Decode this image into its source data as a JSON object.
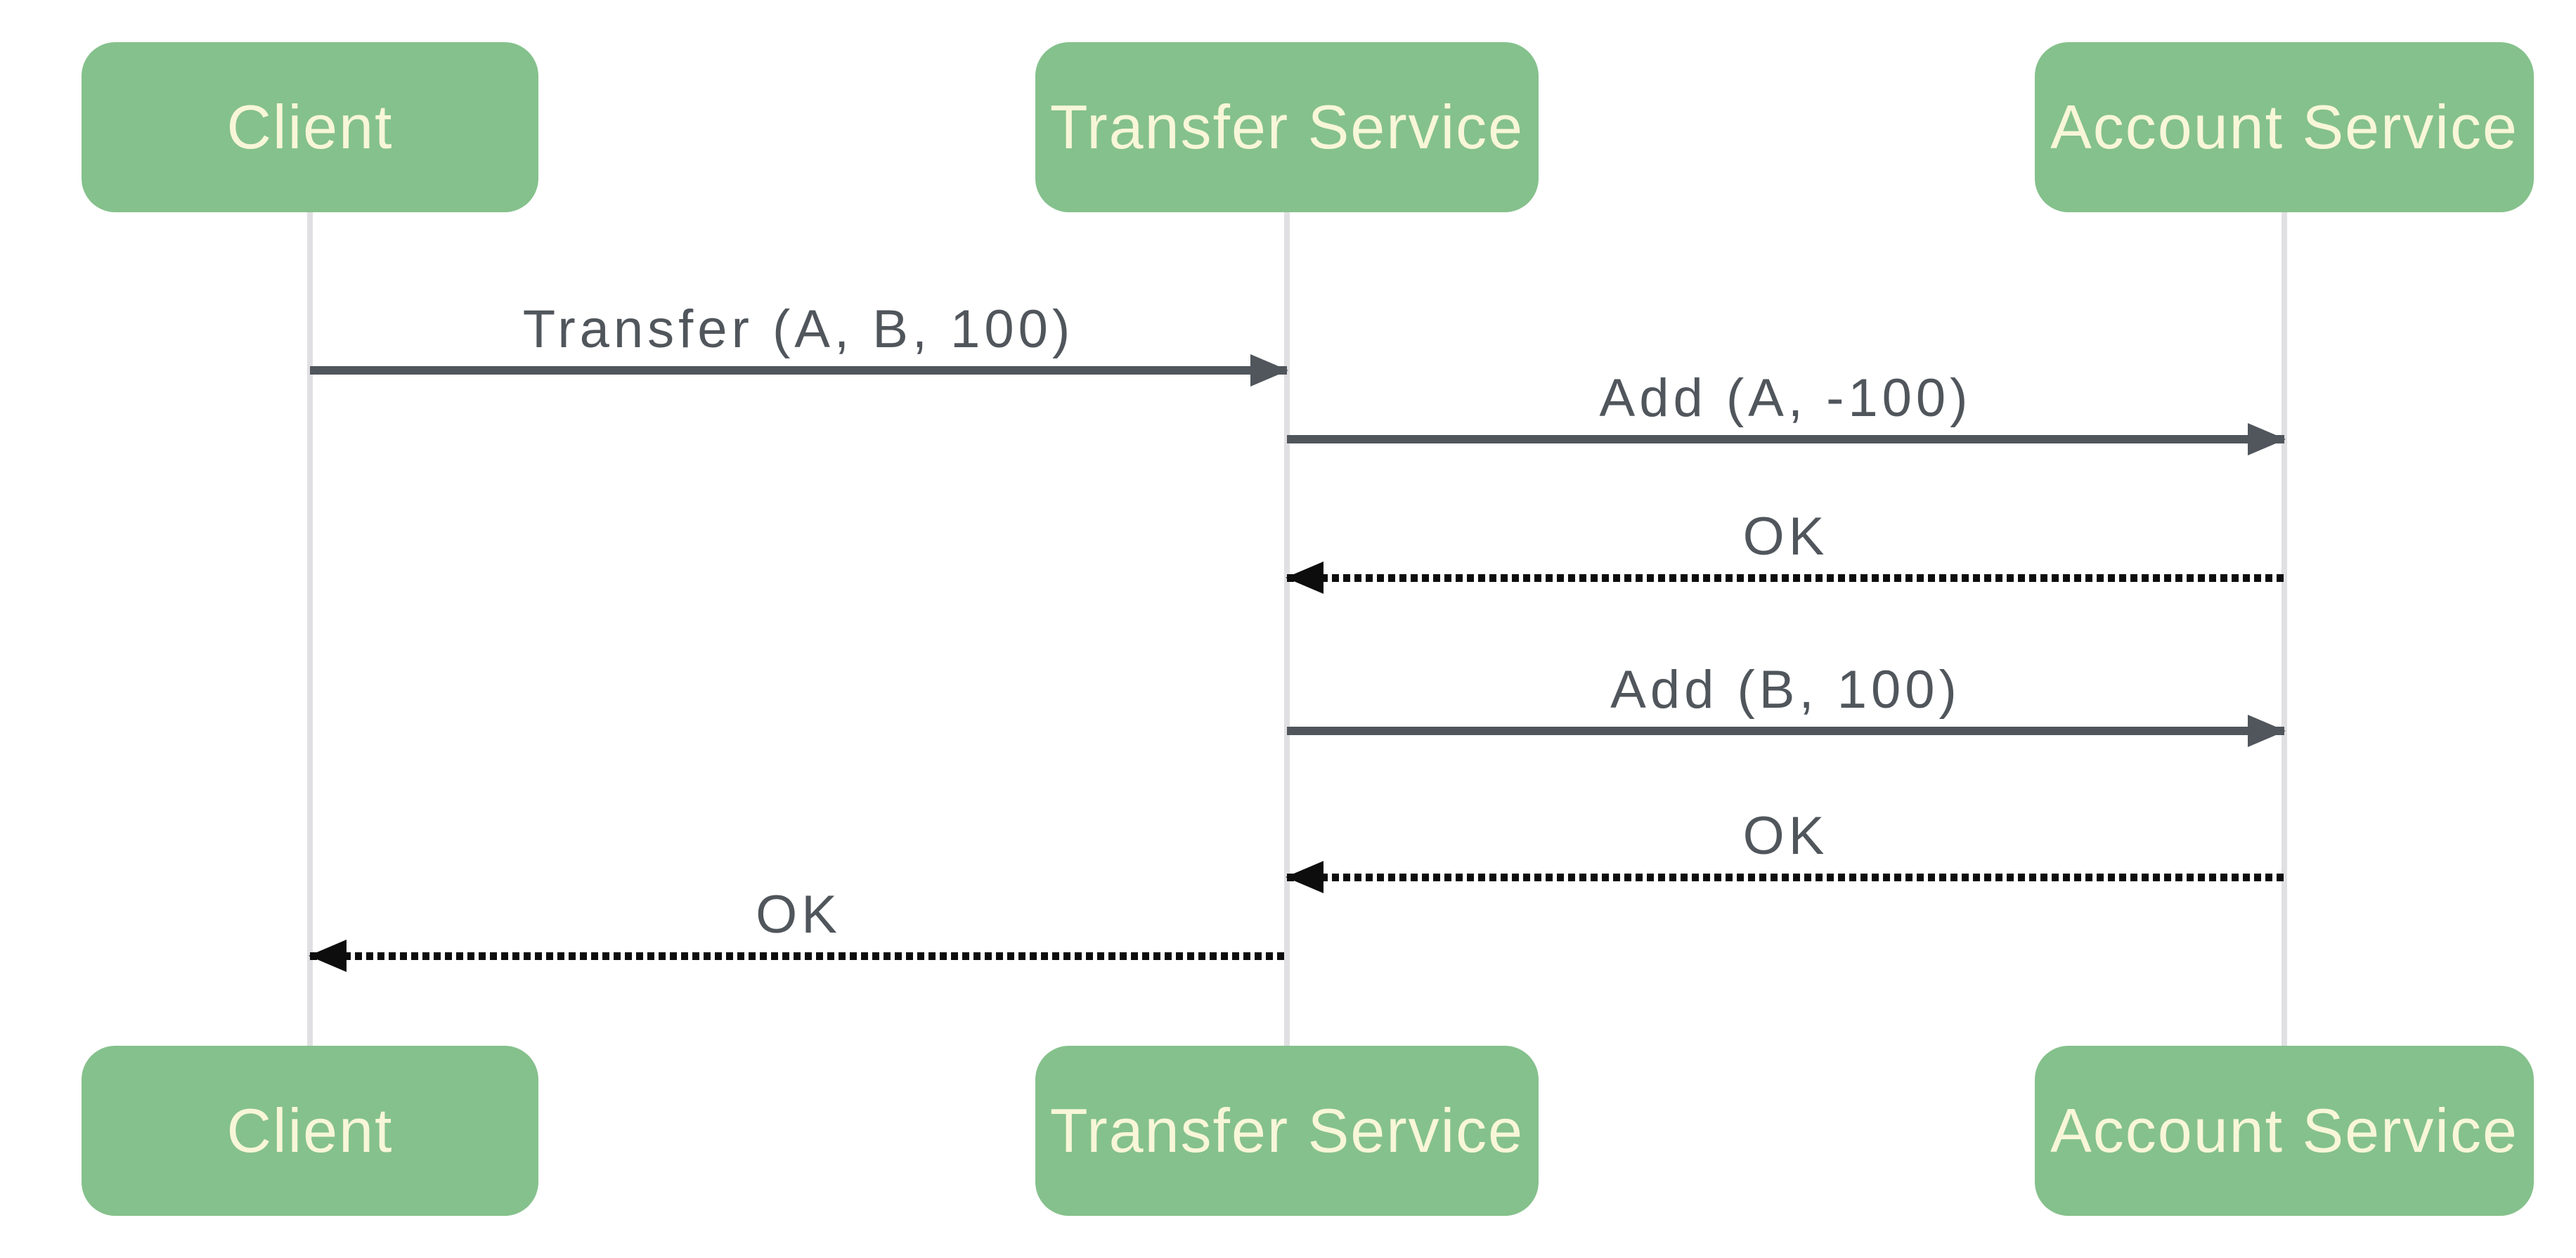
{
  "diagram": {
    "type": "sequence",
    "actors": [
      {
        "id": "client",
        "name": "Client"
      },
      {
        "id": "transfer-service",
        "name": "Transfer Service"
      },
      {
        "id": "account-service",
        "name": "Account Service"
      }
    ],
    "messages": [
      {
        "label": "Transfer (A, B, 100)",
        "from": "client",
        "to": "transfer-service",
        "style": "solid",
        "direction": "right"
      },
      {
        "label": "Add (A, -100)",
        "from": "transfer-service",
        "to": "account-service",
        "style": "solid",
        "direction": "right"
      },
      {
        "label": "OK",
        "from": "account-service",
        "to": "transfer-service",
        "style": "dotted",
        "direction": "left"
      },
      {
        "label": "Add (B, 100)",
        "from": "transfer-service",
        "to": "account-service",
        "style": "solid",
        "direction": "right"
      },
      {
        "label": "OK",
        "from": "account-service",
        "to": "transfer-service",
        "style": "dotted",
        "direction": "left"
      },
      {
        "label": "OK",
        "from": "transfer-service",
        "to": "client",
        "style": "dotted",
        "direction": "left"
      }
    ]
  },
  "theme": {
    "background": "#ffffff",
    "actor_fill": "#85c18c",
    "actor_text": "#f8f6d9",
    "solid_arrow": "#50565c",
    "dotted_arrow": "#0d0d0d",
    "label_text": "#50565c",
    "lifeline": "#e0e0e3"
  }
}
